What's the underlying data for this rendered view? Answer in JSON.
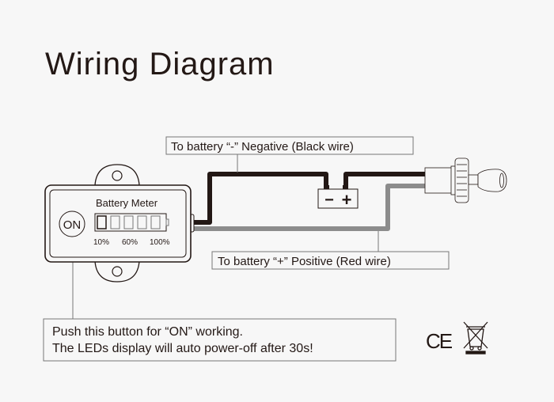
{
  "title": "Wiring Diagram",
  "device": {
    "label": "Battery Meter",
    "button_label": "ON",
    "levels": [
      "10%",
      "60%",
      "100%"
    ]
  },
  "battery": {
    "minus": "−",
    "plus": "+"
  },
  "labels": {
    "negative": "To battery  “-”  Negative (Black wire)",
    "positive": "To battery  “+”  Positive (Red wire)",
    "note_line1": "Push this button for  “ON”  working.",
    "note_line2": "The LEDs display will auto power-off after 30s!"
  },
  "marks": {
    "ce": "CE"
  },
  "colors": {
    "background": "#f7f7f7",
    "black_wire": "#231815",
    "red_wire_drawn": "#8c8c8c",
    "outline": "#231815"
  }
}
